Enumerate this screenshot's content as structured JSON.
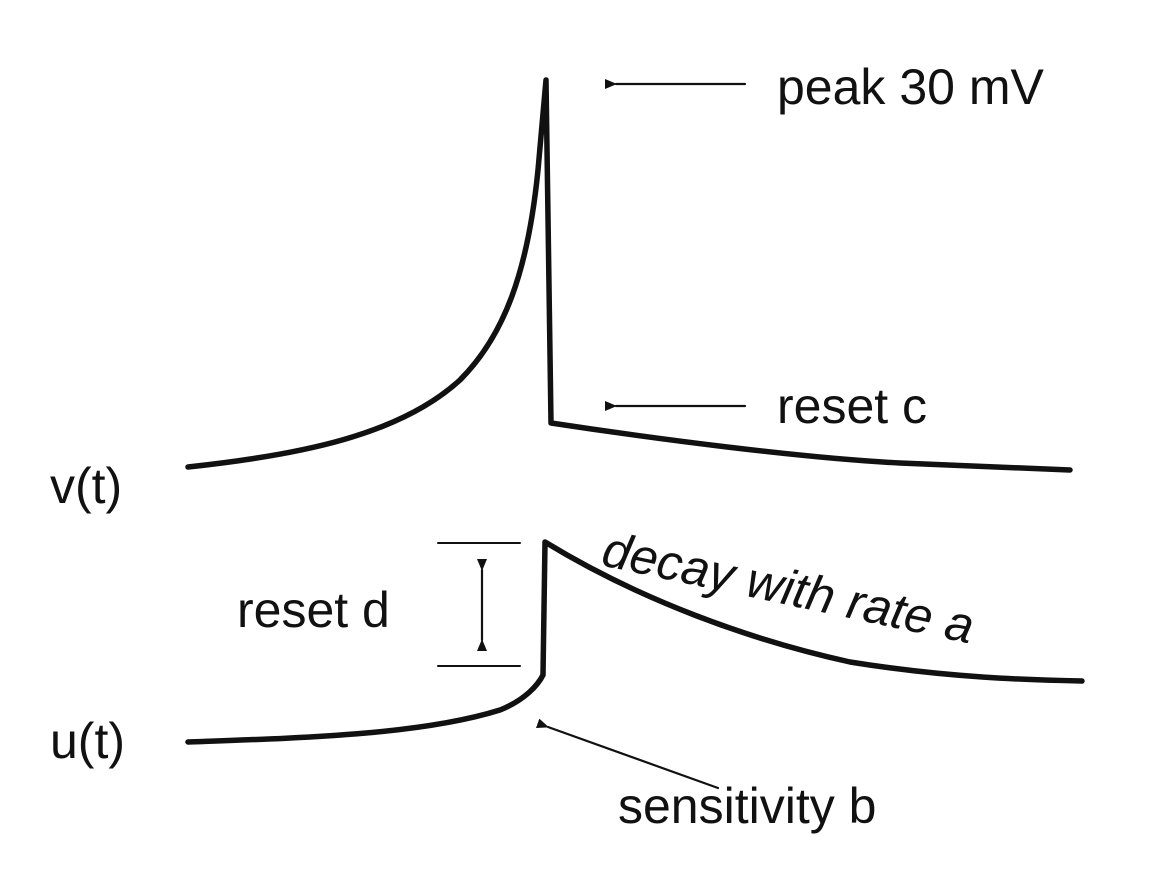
{
  "labels": {
    "peak": "peak 30 mV",
    "reset_c": "reset  c",
    "v_trace": "v(t)",
    "reset_d": "reset  d",
    "decay": "decay with  rate  a",
    "u_trace": "u(t)",
    "sensitivity": "sensitivity  b"
  },
  "colors": {
    "ink": "#111111",
    "background": "#ffffff"
  }
}
